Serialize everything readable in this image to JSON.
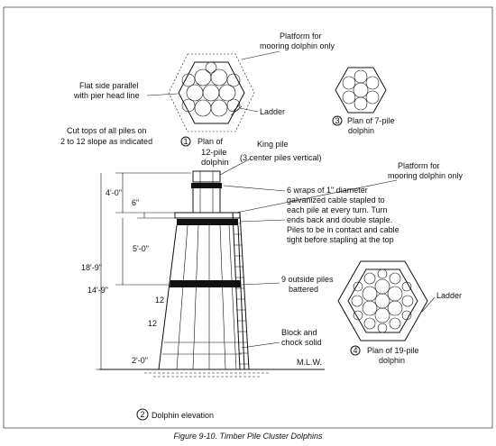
{
  "figure_caption": "Figure 9-10.  Timber Pile Cluster Dolphins",
  "labels": {
    "platform_top": [
      "Platform for",
      "mooring dolphin only"
    ],
    "flat_side": [
      "Flat side parallel",
      "with pier head line"
    ],
    "cut_tops": [
      "Cut tops of all piles on",
      "2 to 12 slope as indicated"
    ],
    "ladder_top": "Ladder",
    "plan12_num": "1",
    "plan12": [
      "Plan of",
      "12-pile",
      "dolphin"
    ],
    "plan7_num": "3",
    "plan7": [
      "Plan of 7-pile",
      "dolphin"
    ],
    "king_pile": [
      "King pile",
      "(3 center piles vertical)"
    ],
    "wraps": [
      "6 wraps of 1\" diameter",
      "galvanized cable stapled to",
      "each pile at every turn.  Turn",
      "ends back and double staple.",
      "Piles to be in contact and cable",
      "tight before stapling at the top"
    ],
    "platform_right": [
      "Platform for",
      "mooring dolphin only"
    ],
    "outside_piles": [
      "9 outside piles",
      "battered"
    ],
    "ladder_right": "Ladder",
    "block": [
      "Block and",
      "chock solid"
    ],
    "mlw": "M.L.W.",
    "plan19_num": "4",
    "plan19": [
      "Plan of 19-pile",
      "dolphin"
    ],
    "elevation_num": "2",
    "elevation": "Dolphin elevation"
  },
  "dimensions": {
    "d1": "4'-0\"",
    "d2": "6\"",
    "d3": "5'-0\"",
    "d4": "18'-9\"",
    "d5": "14'-9\"",
    "d6": "12",
    "d7": "12",
    "d8": "2'-0\""
  }
}
